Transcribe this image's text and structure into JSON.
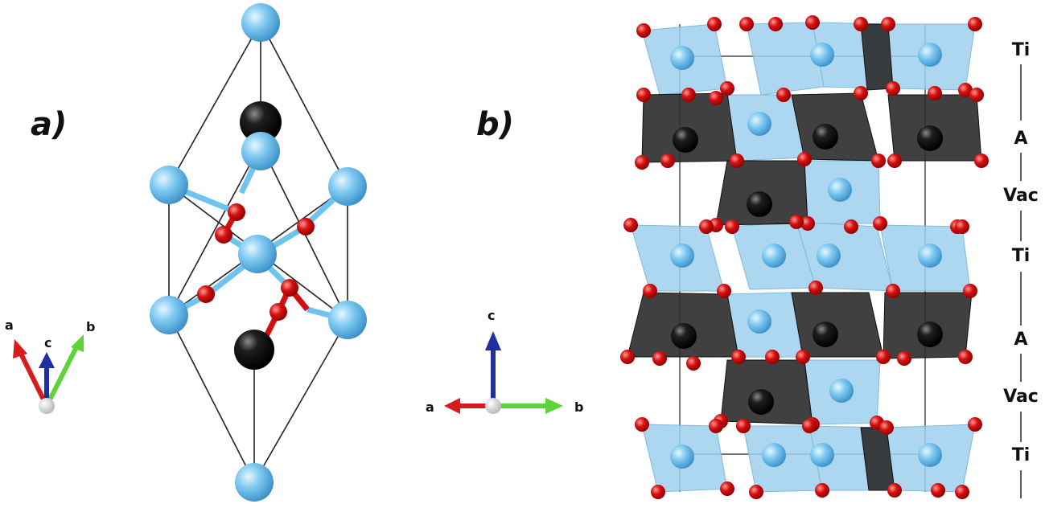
{
  "panels": [
    {
      "label": "a)"
    },
    {
      "label": "b)"
    }
  ],
  "axes_a": {
    "a": "a",
    "b": "b",
    "c": "c"
  },
  "axes_b": {
    "a": "a",
    "b": "b",
    "c": "c"
  },
  "layers": [
    "Ti",
    "A",
    "Vac",
    "Ti",
    "A",
    "Vac",
    "Ti"
  ],
  "colors": {
    "ti_atom": "#6fc3ef",
    "a_atom": "#111111",
    "oxygen": "#d10f0f",
    "ti_polyhedron": "#9fd0ee",
    "a_polyhedron": "#2a2a2a",
    "axis_a": "#d81b1b",
    "axis_b": "#5fd33a",
    "axis_c": "#1f2f9e"
  }
}
